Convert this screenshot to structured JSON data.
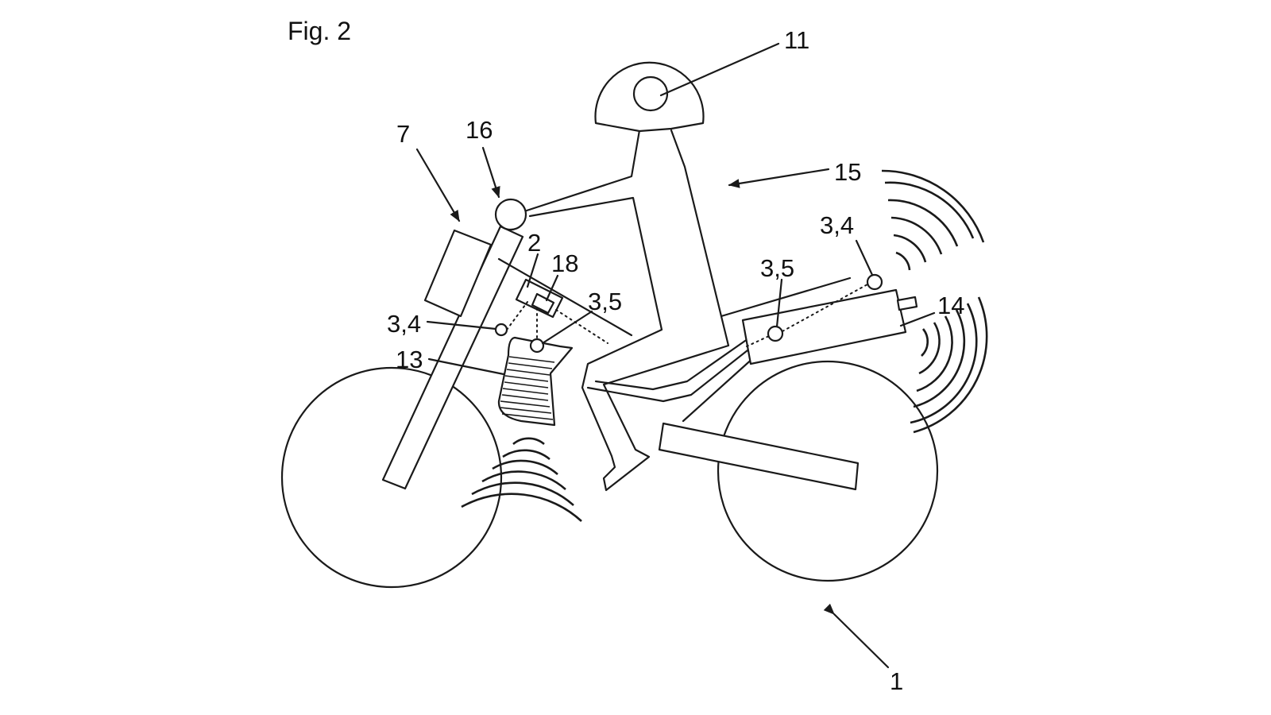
{
  "figure": {
    "title": "Fig. 2",
    "labels": {
      "l11": "11",
      "l16": "16",
      "l7": "7",
      "l15": "15",
      "l2": "2",
      "l18": "18",
      "l35a": "3,5",
      "l34a": "3,4",
      "l13": "13",
      "l35b": "3,5",
      "l34b": "3,4",
      "l14": "14",
      "l1": "1"
    }
  }
}
